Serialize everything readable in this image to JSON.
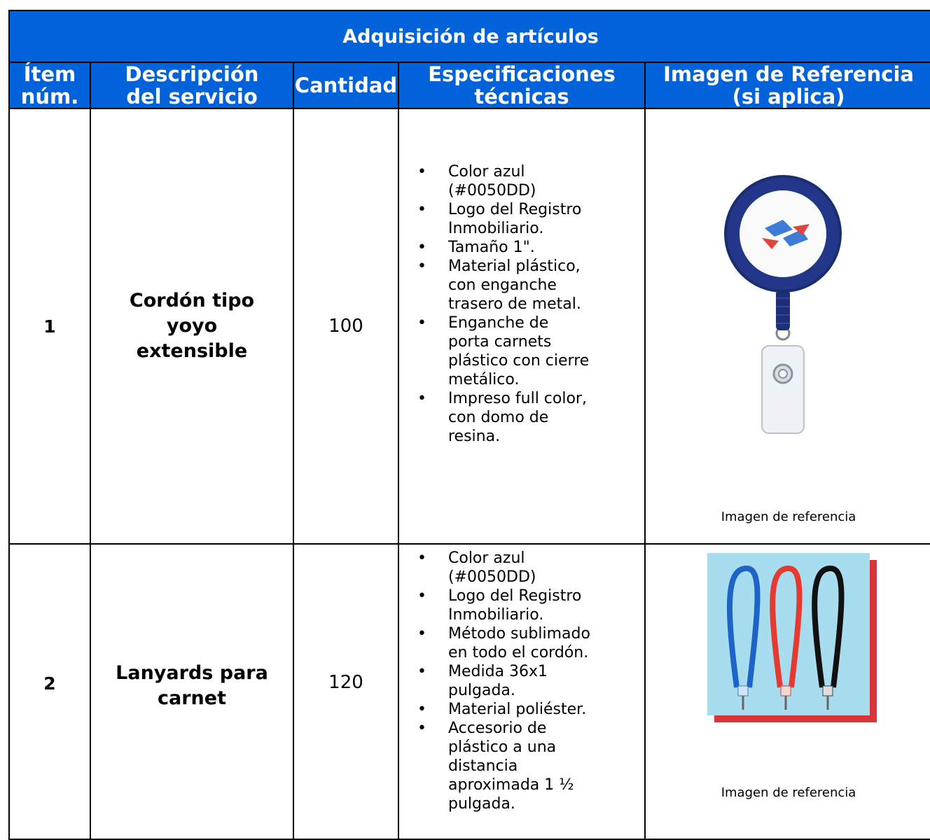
{
  "table": {
    "title": "Adquisición de artículos",
    "headers": {
      "item_line1": "Ítem",
      "item_line2": "núm.",
      "desc_line1": "Descripción",
      "desc_line2": "del servicio",
      "qty": "Cantidad",
      "spec_line1": "Especificaciones",
      "spec_line2": "técnicas",
      "img_line1": "Imagen de Referencia",
      "img_line2": "(si aplica)"
    },
    "rows": [
      {
        "num": "1",
        "desc_lines": [
          "Cordón tipo",
          "yoyo",
          "extensible"
        ],
        "qty": "100",
        "specs": [
          [
            "Color azul",
            "(#0050DD)"
          ],
          [
            "Logo del Registro",
            "Inmobiliario."
          ],
          [
            "Tamaño 1\"."
          ],
          [
            "Material plástico,",
            "con enganche",
            "trasero de metal."
          ],
          [
            "Enganche de",
            "porta carnets",
            "plástico con cierre",
            "metálico."
          ],
          [
            "Impreso full color,",
            "con domo de",
            "resina."
          ]
        ],
        "caption": "Imagen de referencia"
      },
      {
        "num": "2",
        "desc_lines": [
          "Lanyards para",
          "carnet"
        ],
        "qty": "120",
        "specs": [
          [
            "Color azul",
            "(#0050DD)"
          ],
          [
            "Logo del Registro",
            "Inmobiliario."
          ],
          [
            "Método sublimado",
            "en todo el cordón."
          ],
          [
            "Medida 36x1",
            "pulgada."
          ],
          [
            "Material poliéster."
          ],
          [
            "Accesorio de",
            "plástico a una",
            "distancia",
            "aproximada 1 ½",
            "pulgada."
          ]
        ],
        "caption": "Imagen de referencia"
      }
    ]
  },
  "colors": {
    "header_bg": "#0262D9",
    "header_text": "#ffffff",
    "badge_reel": "#1B2C70",
    "lanyard_blue": "#1E64C8",
    "lanyard_red": "#E53A2F",
    "lanyard_black": "#111111",
    "photo_bg": "#A8DCEF",
    "photo_shadow": "#D9343A"
  }
}
